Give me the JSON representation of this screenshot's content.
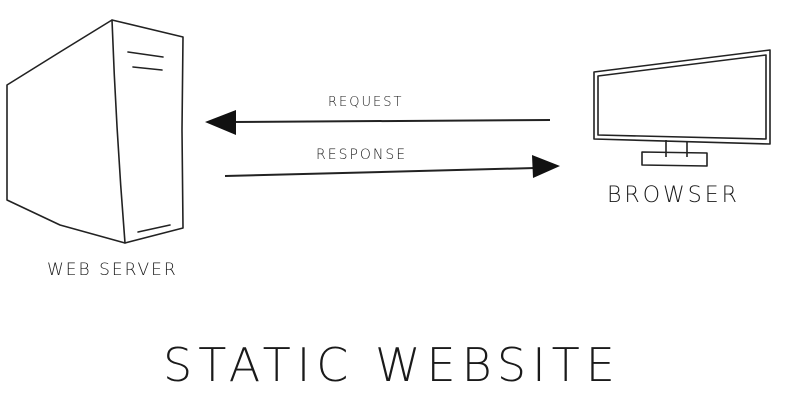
{
  "labels": {
    "web_server": "WEB SERVER",
    "browser": "BROWSER",
    "request": "REQUEST",
    "response": "RESPONSE",
    "title": "STATIC WEBSITE"
  }
}
